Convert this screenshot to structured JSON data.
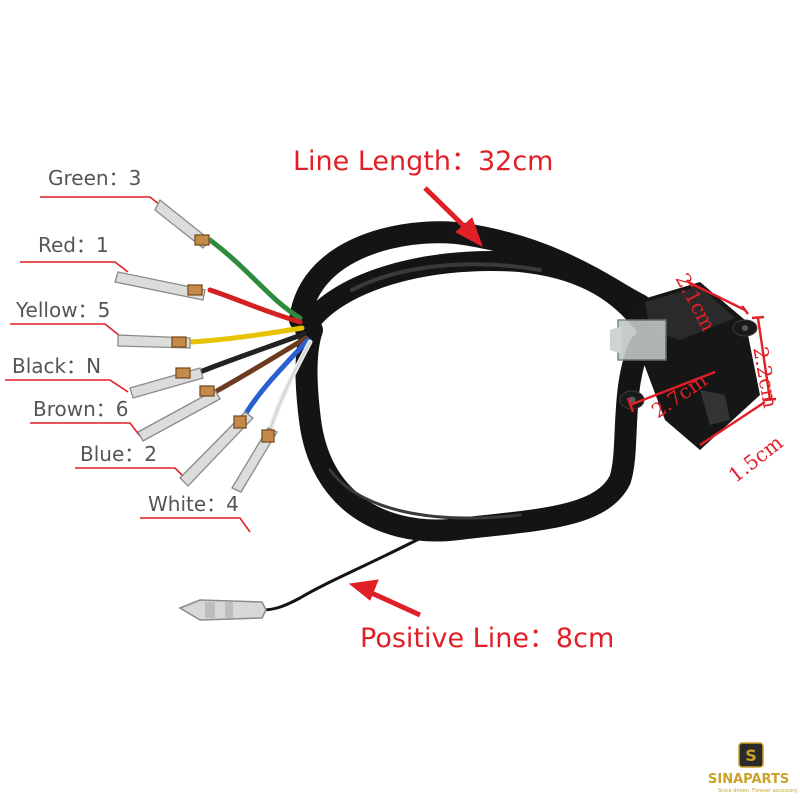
{
  "labels": {
    "line_length": "Line Length：32cm",
    "positive_line": "Positive Line：8cm",
    "wires": {
      "green": "Green：3",
      "red": "Red：1",
      "yellow": "Yellow：5",
      "black": "Black：N",
      "brown": "Brown：6",
      "blue": "Blue：2",
      "white": "White：4"
    },
    "dimensions": {
      "d1": "2.1cm",
      "d2": "2.2cm",
      "d3": "2.7cm",
      "d4": "1.5cm"
    }
  },
  "logo": {
    "mark": "S",
    "name": "SINAPARTS",
    "tagline": "Since driven. Forever accessory"
  },
  "colors": {
    "accent_red": "#e01f26",
    "label_gray": "#555555",
    "cable_black": "#1a1a1a",
    "wire_green": "#2e8b3e",
    "wire_red": "#d42020",
    "wire_yellow": "#e6c200",
    "wire_brown": "#6b3a1f",
    "wire_blue": "#2b5fd0",
    "wire_white": "#f2f2f2",
    "logo_gold": "#c9a227"
  }
}
